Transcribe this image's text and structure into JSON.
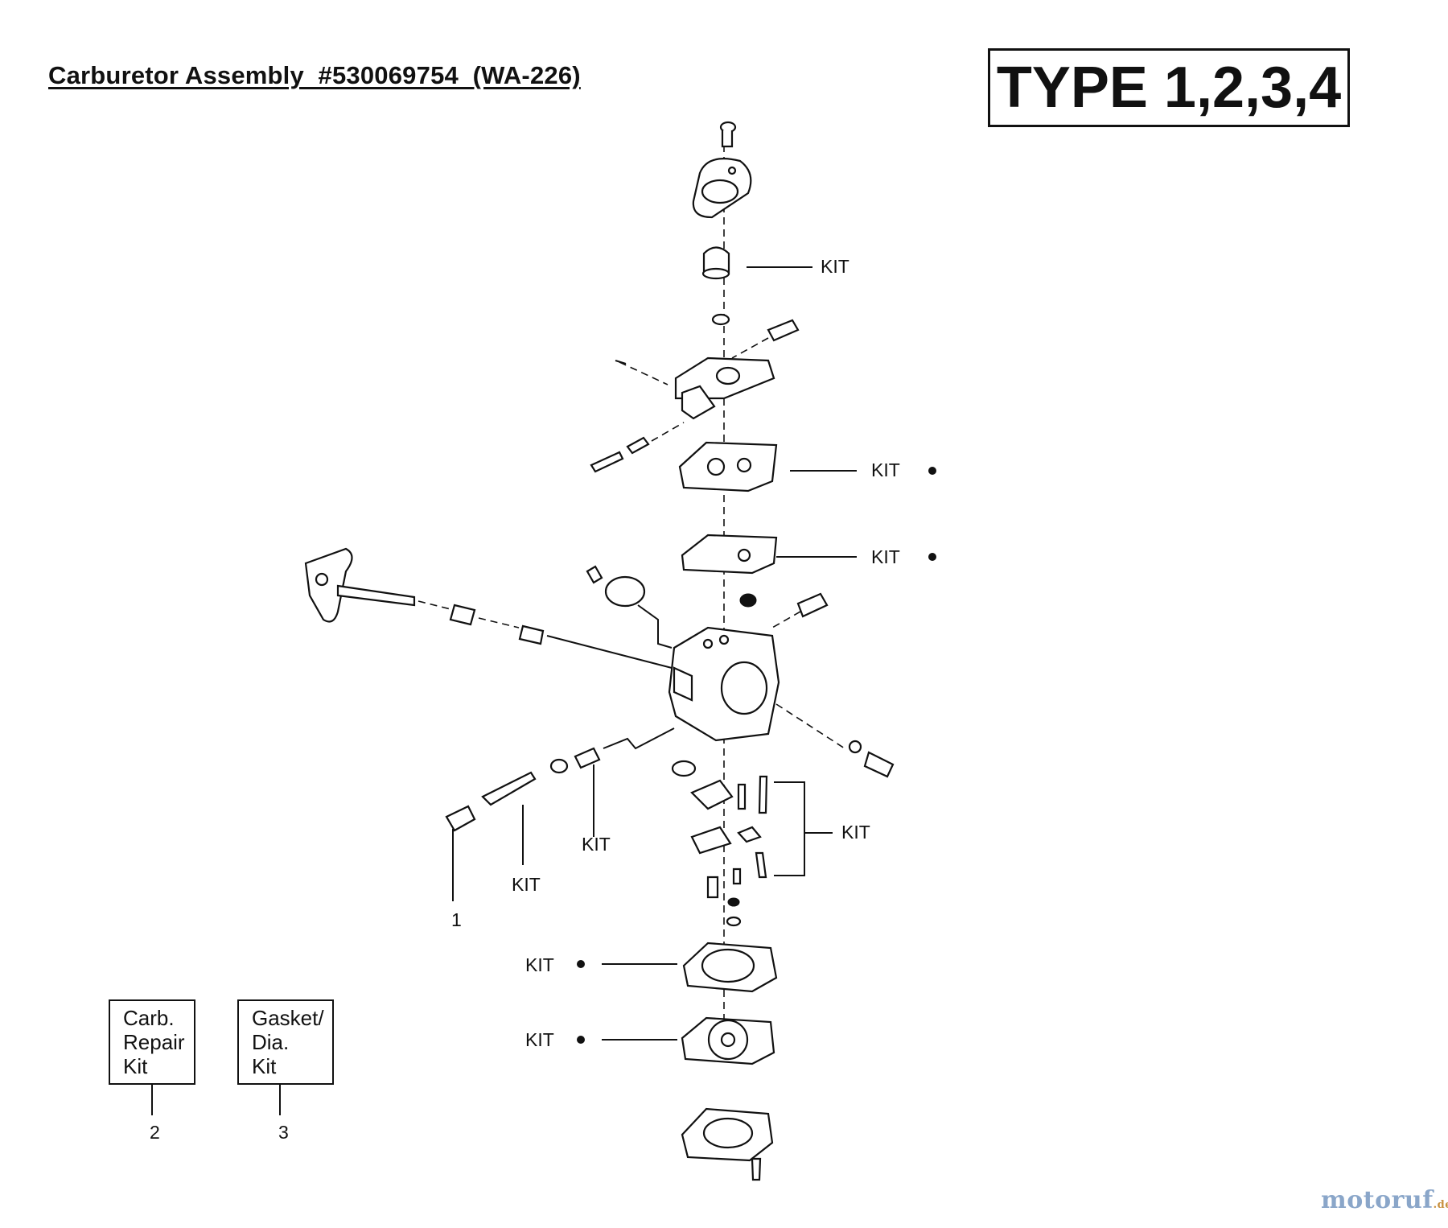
{
  "title": "Carburetor Assembly  #530069754  (WA-226)",
  "type_box": "TYPE 1,2,3,4",
  "labels": {
    "kit": "KIT",
    "ref1": "1",
    "ref2": "2",
    "ref3": "3"
  },
  "legend": {
    "carb_repair_kit": [
      "Carb.",
      "Repair",
      "Kit"
    ],
    "gasket_dia_kit": [
      "Gasket/",
      "Dia.",
      "Kit"
    ]
  },
  "watermark": {
    "main": "motoruf",
    "suffix": ".de"
  }
}
